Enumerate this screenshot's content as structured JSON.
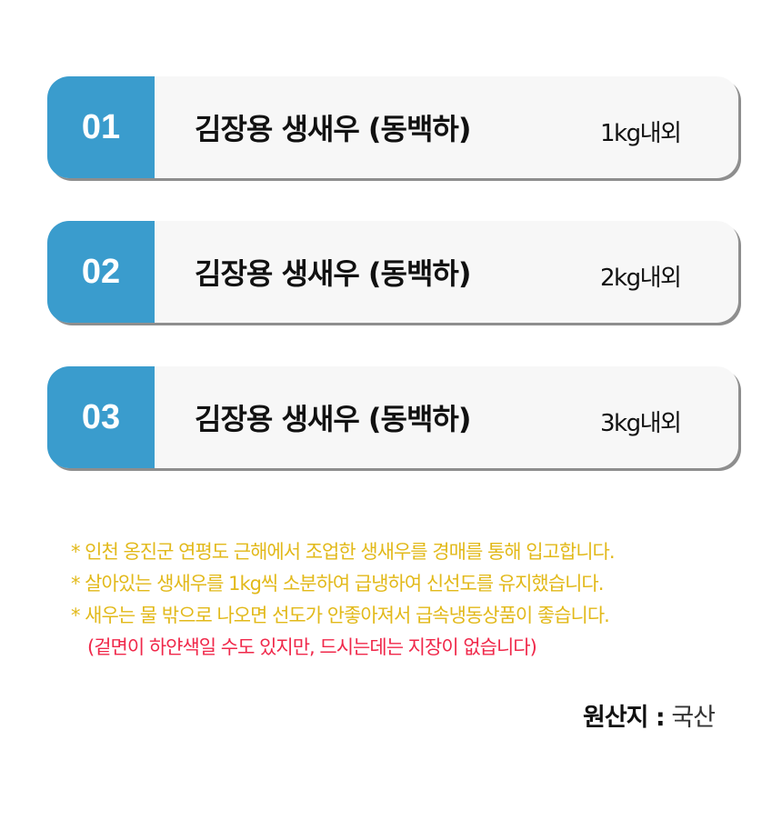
{
  "products": [
    {
      "number": "01",
      "name": "김장용 생새우 (동백하)",
      "weight": "1kg내외"
    },
    {
      "number": "02",
      "name": "김장용 생새우 (동백하)",
      "weight": "2kg내외"
    },
    {
      "number": "03",
      "name": "김장용 생새우 (동백하)",
      "weight": "3kg내외"
    }
  ],
  "notes": [
    "* 인천 옹진군 연평도 근해에서 조업한 생새우를 경매를 통해 입고합니다.",
    "* 살아있는 생새우를 1kg씩 소분하여 급냉하여 신선도를 유지했습니다.",
    "* 새우는 물 밖으로 나오면 선도가 안좋아져서 급속냉동상품이 좋습니다."
  ],
  "note_warning": "(겉면이 하얀색일 수도 있지만, 드시는데는 지장이 없습니다)",
  "origin": {
    "label": "원산지 :",
    "value": "국산"
  },
  "colors": {
    "accent": "#3a9ccd",
    "note": "#e2b91a",
    "warning": "#f0284a"
  }
}
